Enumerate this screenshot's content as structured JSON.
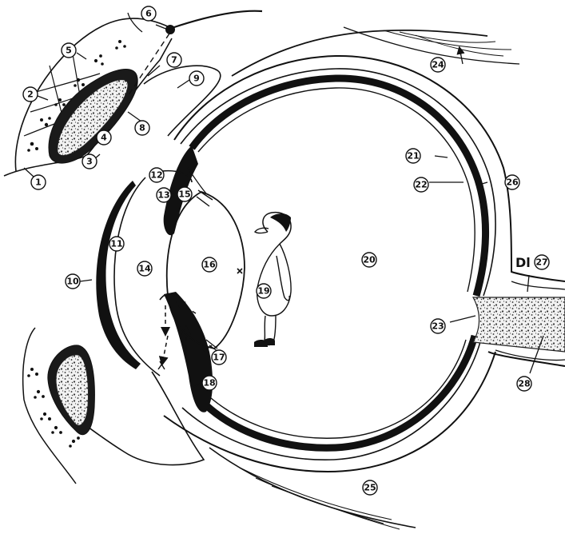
{
  "labels": [
    "1",
    "2",
    "3",
    "4",
    "5",
    "6",
    "7",
    "8",
    "9",
    "10",
    "11",
    "12",
    "13",
    "14",
    "15",
    "16",
    "17",
    "18",
    "19",
    "20",
    "21",
    "22",
    "23",
    "24",
    "25",
    "26",
    "27",
    "28"
  ],
  "dl_text": "Dl"
}
